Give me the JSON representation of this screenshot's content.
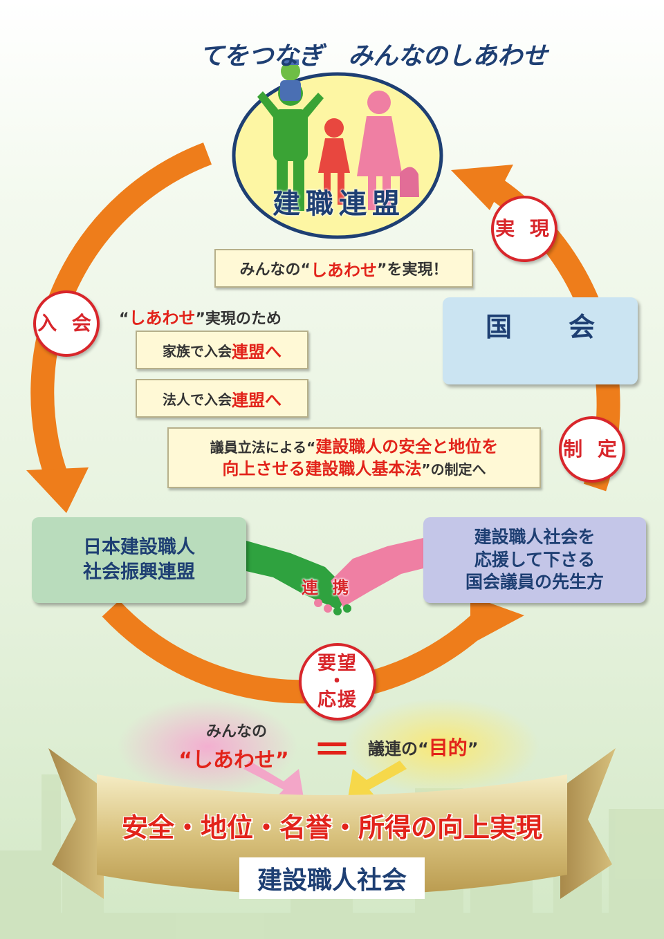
{
  "logo": {
    "slogan": "てをつなぎ　みんなのしあわせ",
    "name": "建職連盟"
  },
  "cycle_labels": {
    "join": "入 会",
    "realize": "実 現",
    "enact": "制 定",
    "request_line1": "要望",
    "request_line2": "・",
    "request_line3": "応援",
    "alliance": "連 携"
  },
  "bubbles": {
    "happiness": {
      "pre": "みんなの“",
      "highlight": "しあわせ",
      "post": "”を実現！"
    },
    "for_happiness": {
      "pre": "“",
      "highlight": "しあわせ",
      "post": "”実現のため"
    },
    "family": {
      "pre": "家族で入会 ",
      "highlight": "連盟へ"
    },
    "corporate": {
      "pre": "法人で入会 ",
      "highlight": "連盟へ"
    },
    "law_line1": {
      "pre": "議員立法による“",
      "highlight": "建設職人の安全と地位を"
    },
    "law_line2": {
      "highlight": "向上させる建設職人基本法",
      "post": "”の制定へ"
    }
  },
  "boxes": {
    "federation_line1": "日本建設職人",
    "federation_line2": "社会振興連盟",
    "diet": "国 会",
    "diet_left": "国",
    "diet_right": "会",
    "members_line1": "建設職人社会を",
    "members_line2": "応援して下さる",
    "members_line3": "国会議員の先生方"
  },
  "bottom": {
    "everyone": "みんなの",
    "happiness": "“しあわせ”",
    "equals": "＝",
    "purpose_pre": "議連の“",
    "purpose_highlight": "目的",
    "purpose_post": "”",
    "banner": "安全・地位・名誉・所得の向上実現",
    "society": "建設職人社会"
  },
  "colors": {
    "arrow": "#ee7d1b",
    "label_red": "#d8262b",
    "navy": "#1e3f73",
    "bubble_fill": "#fff9d6",
    "banner_gold": "#c8b06a"
  }
}
